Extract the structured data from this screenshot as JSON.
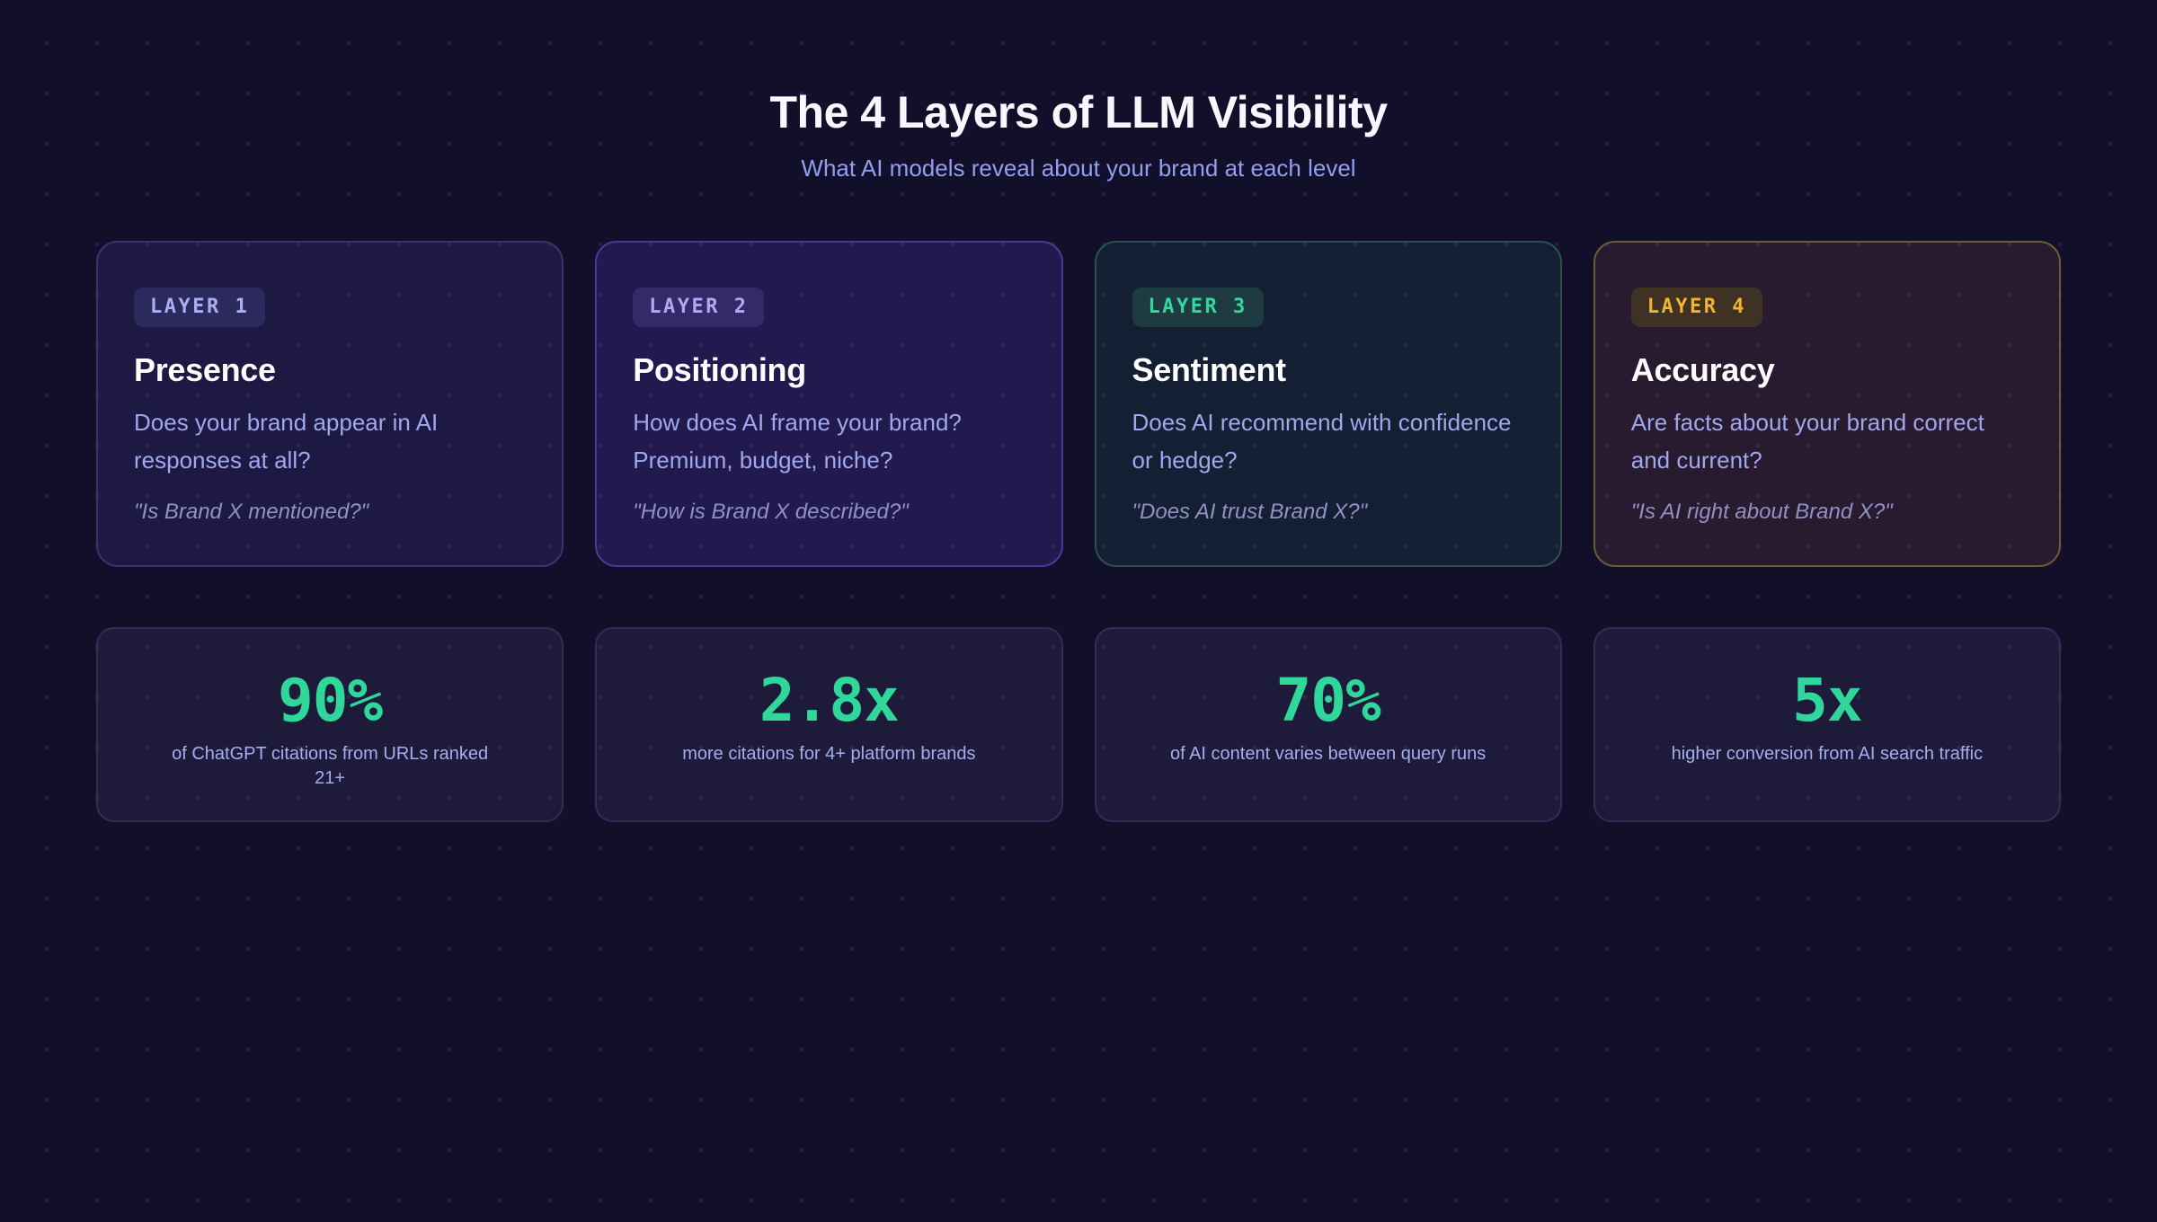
{
  "page": {
    "theme": {
      "page_bg": "#120f2a",
      "dot_color": "#252145",
      "accent_green": "#2fd79a"
    }
  },
  "header": {
    "title": "The 4 Layers of LLM Visibility",
    "subtitle": "What AI models reveal about your brand at each level"
  },
  "layers": [
    {
      "badge": "LAYER 1",
      "title": "Presence",
      "description": "Does your brand appear in AI responses at all?",
      "quote": "\"Is Brand X mentioned?\"",
      "theme": {
        "card_bg": "rgba(70,64,160,0.22)",
        "card_border": "#393374",
        "badge_bg": "#2c295c",
        "badge_text": "#a7b1f2"
      }
    },
    {
      "badge": "LAYER 2",
      "title": "Positioning",
      "description": "How does AI frame your brand? Premium, budget, niche?",
      "quote": "\"How is Brand X described?\"",
      "theme": {
        "card_bg": "rgba(88,64,200,0.24)",
        "card_border": "#473a97",
        "badge_bg": "#322b68",
        "badge_text": "#b1a7f5"
      }
    },
    {
      "badge": "LAYER 3",
      "title": "Sentiment",
      "description": "Does AI recommend with confidence or hedge?",
      "quote": "\"Does AI trust Brand X?\"",
      "theme": {
        "card_bg": "rgba(40,180,140,0.10)",
        "card_border": "#2b514e",
        "badge_bg": "#1e3b41",
        "badge_text": "#35d89b"
      }
    },
    {
      "badge": "LAYER 4",
      "title": "Accuracy",
      "description": "Are facts about your brand correct and current?",
      "quote": "\"Is AI right about Brand X?\"",
      "theme": {
        "card_bg": "rgba(235,130,95,0.10)",
        "card_border": "#6f5b36",
        "badge_bg": "#3f3124",
        "badge_text": "#f2b42d"
      }
    }
  ],
  "stats": [
    {
      "value": "90%",
      "label": "of ChatGPT citations from URLs ranked 21+"
    },
    {
      "value": "2.8x",
      "label": "more citations for 4+ platform brands"
    },
    {
      "value": "70%",
      "label": "of AI content varies between query runs"
    },
    {
      "value": "5x",
      "label": "higher conversion from AI search traffic"
    }
  ]
}
